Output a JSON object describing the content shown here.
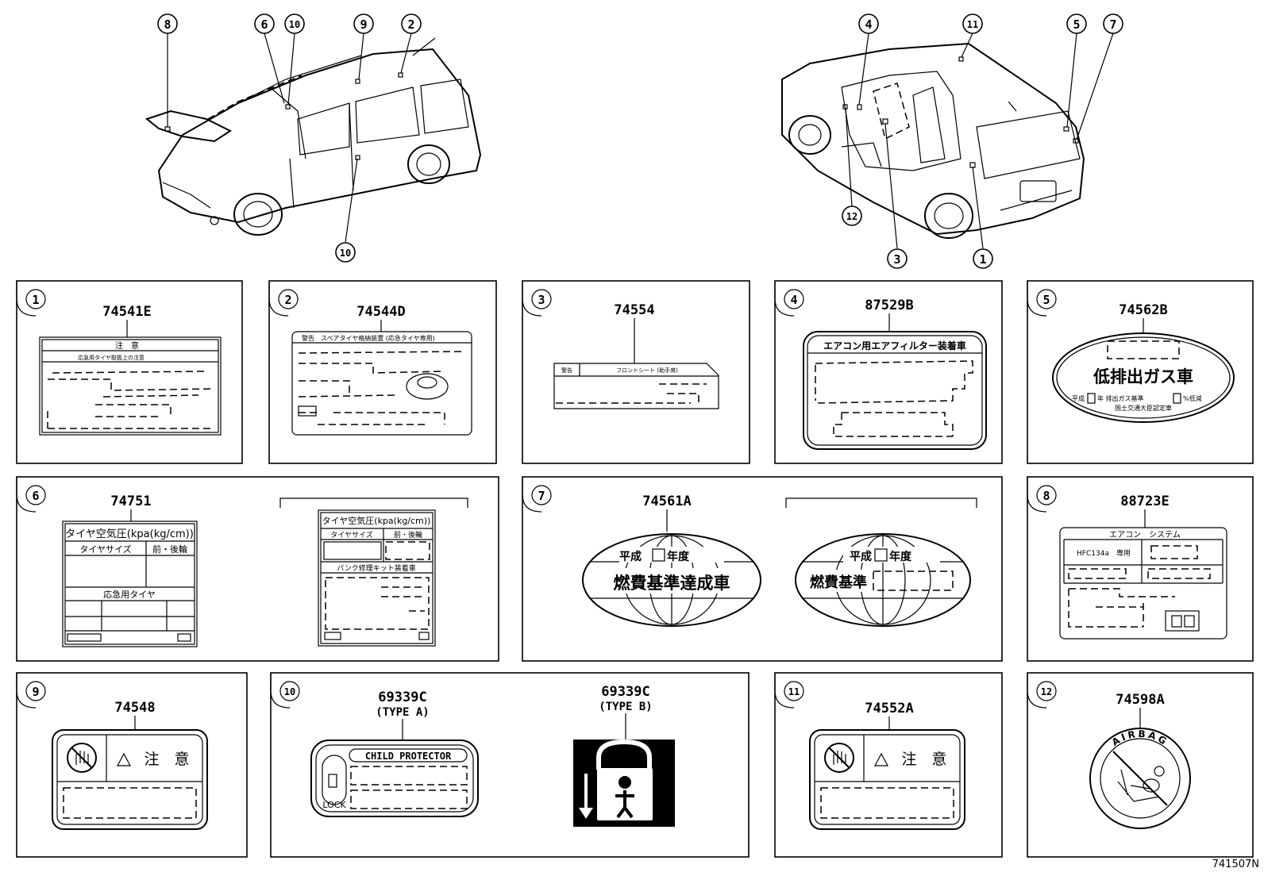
{
  "diagram_id": "741507N",
  "callouts": {
    "front_view": [
      "8",
      "6",
      "10",
      "9",
      "2",
      "10"
    ],
    "rear_view": [
      "4",
      "11",
      "5",
      "7",
      "12",
      "3",
      "1"
    ]
  },
  "labels": [
    {
      "num": "1",
      "part": "74541E",
      "title": "注　意",
      "subtitle": "応急用タイヤ取扱上の注意"
    },
    {
      "num": "2",
      "part": "74544D",
      "title": "警告　スペアタイヤ格納装置 (応急タイヤ専用)"
    },
    {
      "num": "3",
      "part": "74554",
      "tag": "警告",
      "title": "フロントシート (助手席)"
    },
    {
      "num": "4",
      "part": "87529B",
      "title": "エアコン用エアフィルター装着車"
    },
    {
      "num": "5",
      "part": "74562B",
      "title": "低排出ガス車",
      "line1": "平成",
      "line1b": "年 排出ガス基準",
      "line1c": "%低減",
      "line2": "国土交通大臣認定車"
    },
    {
      "num": "6",
      "part": "74751",
      "title": "タイヤ空気圧(kpa(kg/cm))",
      "col1": "タイヤサイズ",
      "col2": "前・後輪",
      "row": "応急用タイヤ",
      "alt_title": "タイヤ空気圧(kpa(kg/cm))",
      "alt_col1": "タイヤサイズ",
      "alt_col2": "前・後輪",
      "alt_row": "パンク修理キット装着車"
    },
    {
      "num": "7",
      "part": "74561A",
      "top": "平成",
      "top_b": "年度",
      "main": "燃費基準達成車",
      "alt_top": "平成",
      "alt_top_b": "年度",
      "alt_main": "燃費基準"
    },
    {
      "num": "8",
      "part": "88723E",
      "title": "エアコン　システム",
      "row": "HFC134a　専用"
    },
    {
      "num": "9",
      "part": "74548",
      "caution": "注　意"
    },
    {
      "num": "10",
      "part_a": "69339C",
      "type_a": "(TYPE A)",
      "part_b": "69339C",
      "type_b": "(TYPE B)",
      "child": "CHILD PROTECTOR",
      "lock": "LOCK"
    },
    {
      "num": "11",
      "part": "74552A",
      "caution": "注　意"
    },
    {
      "num": "12",
      "part": "74598A",
      "ring": "AIRBAG"
    }
  ]
}
